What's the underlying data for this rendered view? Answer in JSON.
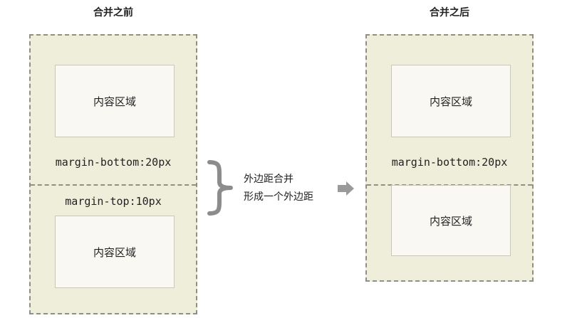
{
  "before": {
    "title": "合并之前",
    "top_box": {
      "content_label": "内容区域",
      "margin_label": "margin-bottom:20px"
    },
    "bottom_box": {
      "margin_label": "margin-top:10px",
      "content_label": "内容区域"
    }
  },
  "after": {
    "title": "合并之后",
    "top_box": {
      "content_label": "内容区域",
      "margin_label": "margin-bottom:20px"
    },
    "bottom_box": {
      "content_label": "内容区域"
    }
  },
  "explanation": {
    "line1": "外边距合并",
    "line2": "形成一个外边距"
  },
  "colors": {
    "box_fill": "#efeedb",
    "content_fill": "#f9f8f3",
    "dashed_border": "#8f8f83",
    "brace": "#8c8c8c",
    "arrow": "#9a9a9a"
  },
  "icons": {
    "brace": "right-curly-brace-icon",
    "arrow": "right-arrow-icon"
  }
}
